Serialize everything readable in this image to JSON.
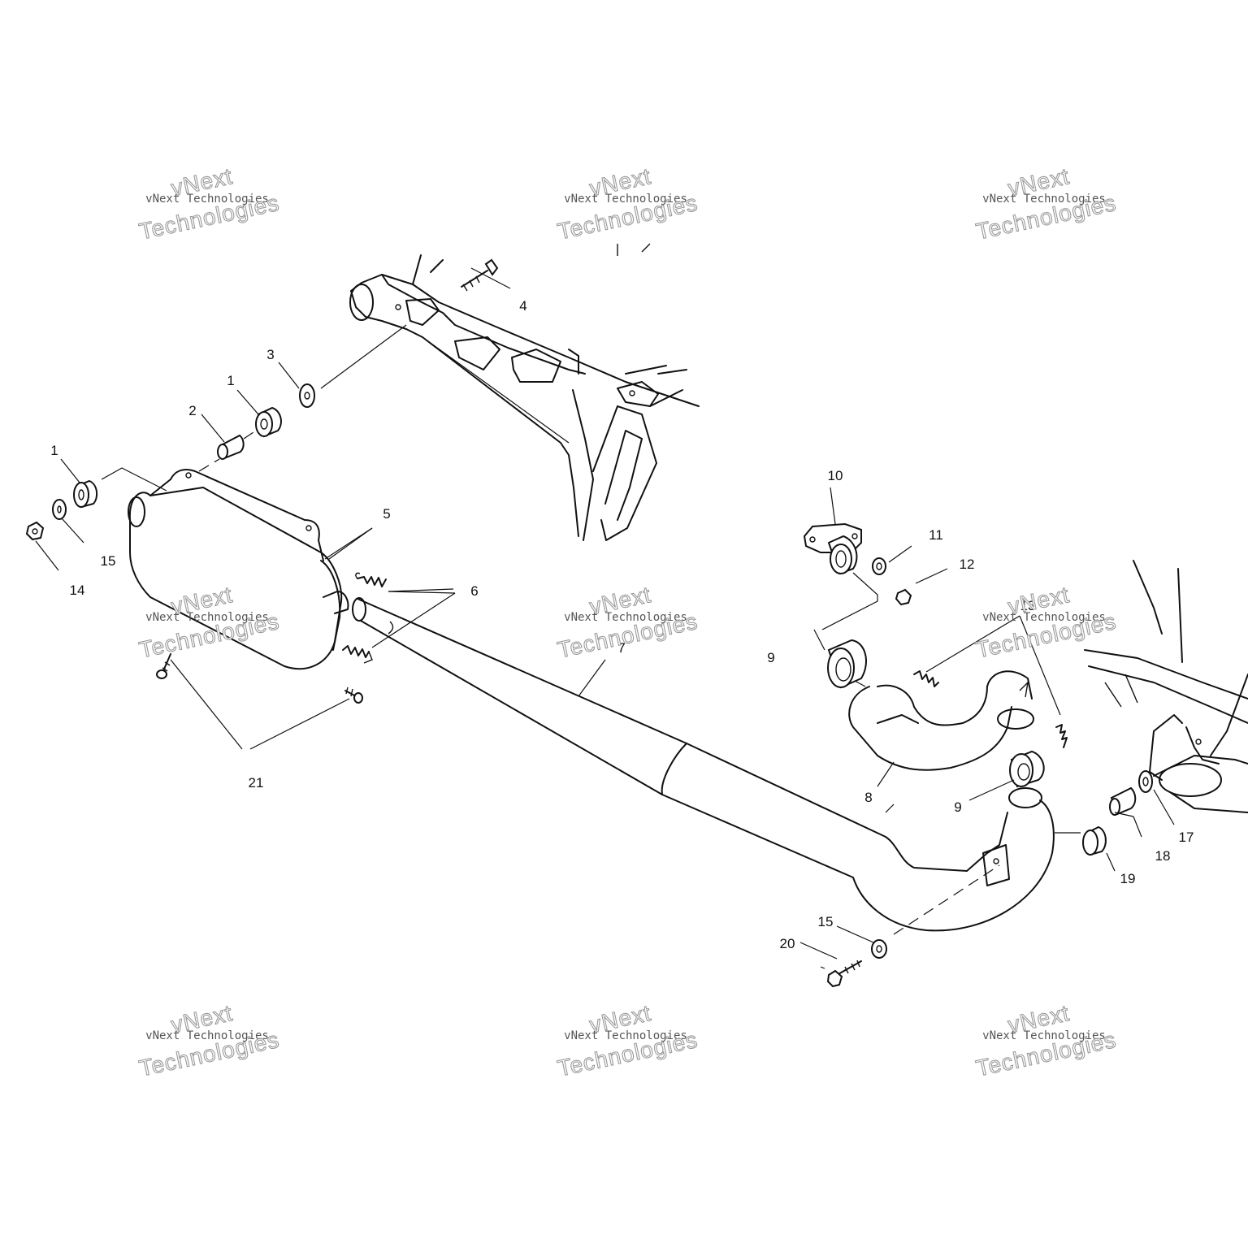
{
  "watermark": {
    "line1": "vNext",
    "line2": "vNext Technologies",
    "line3": "Technologies"
  },
  "callouts": [
    "1",
    "2",
    "3",
    "4",
    "1",
    "15",
    "14",
    "5",
    "6",
    "7",
    "21",
    "10",
    "11",
    "12",
    "13",
    "9",
    "9",
    "8",
    "17",
    "18",
    "19",
    "15",
    "20"
  ]
}
